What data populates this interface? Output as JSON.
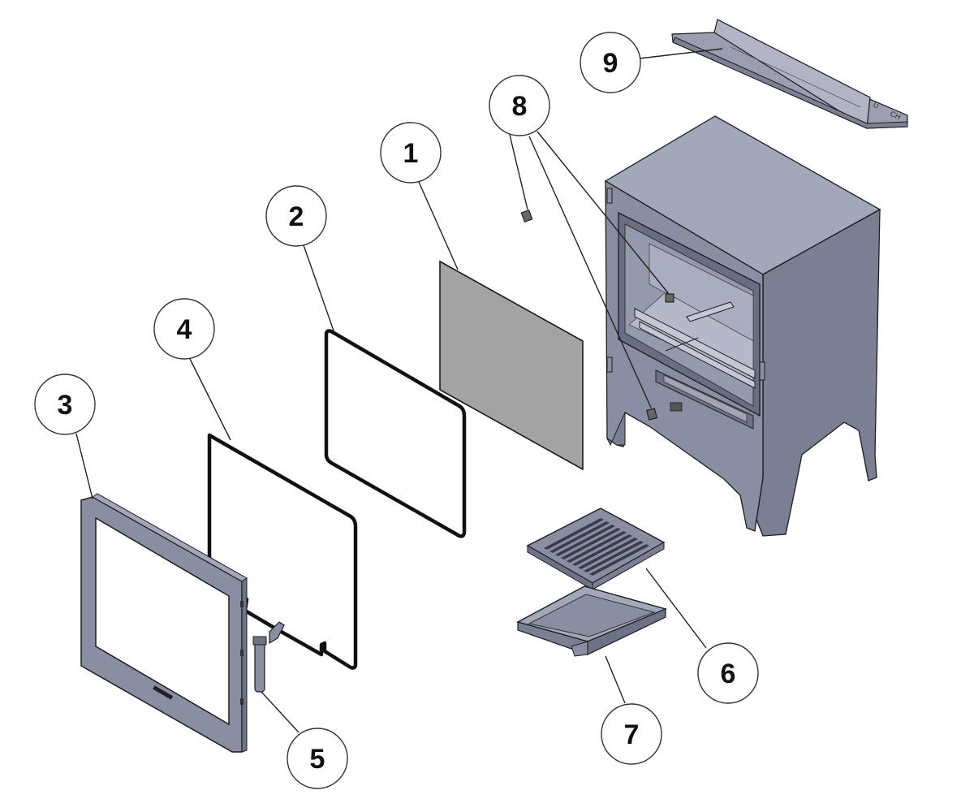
{
  "diagram": {
    "callouts": [
      {
        "id": "1",
        "label": "1"
      },
      {
        "id": "2",
        "label": "2"
      },
      {
        "id": "3",
        "label": "3"
      },
      {
        "id": "4",
        "label": "4"
      },
      {
        "id": "5",
        "label": "5"
      },
      {
        "id": "6",
        "label": "6"
      },
      {
        "id": "7",
        "label": "7"
      },
      {
        "id": "8",
        "label": "8"
      },
      {
        "id": "9",
        "label": "9"
      }
    ],
    "part_markings": {
      "baffle_mark_1": "U",
      "baffle_mark_2": "CH"
    },
    "colors": {
      "stove_body": "#8a8ea2",
      "stove_side": "#7b7f93",
      "stove_top": "#a2a6b9",
      "glass": "#a3a3a3",
      "outline": "#1c1c1c"
    }
  }
}
